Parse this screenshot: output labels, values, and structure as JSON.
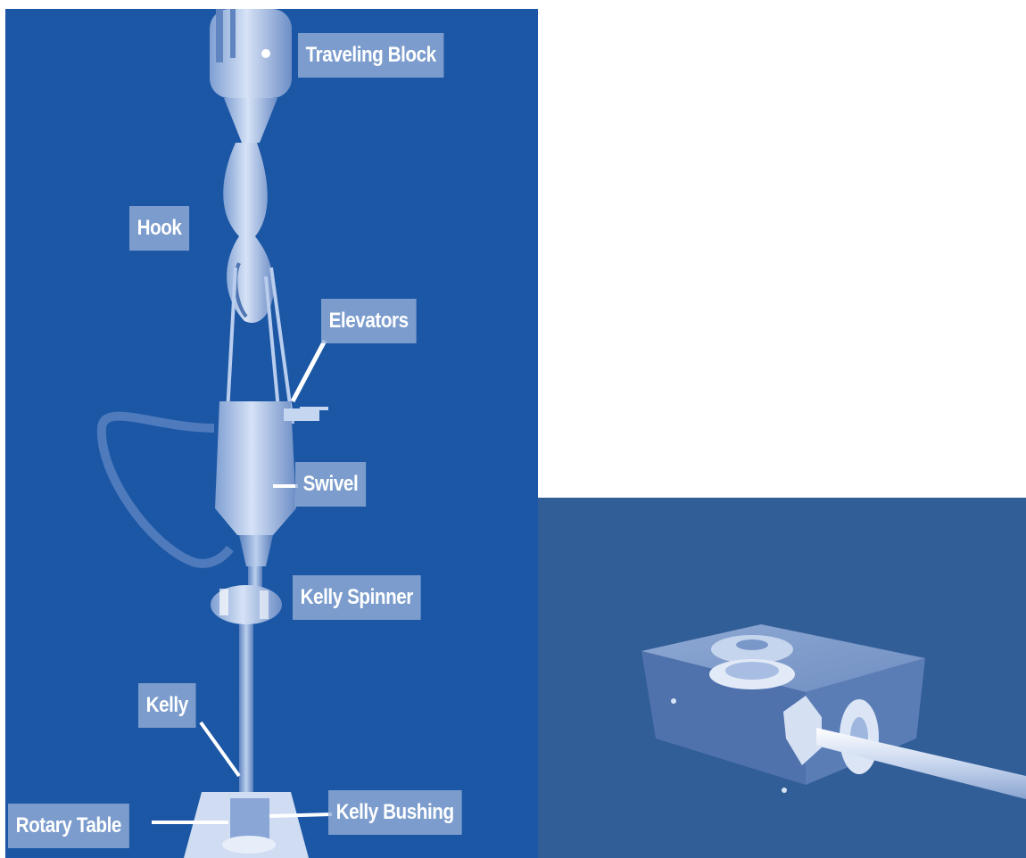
{
  "diagram": {
    "labels": {
      "traveling_block": "Traveling Block",
      "hook": "Hook",
      "elevators": "Elevators",
      "swivel": "Swivel",
      "kelly_spinner": "Kelly Spinner",
      "kelly": "Kelly",
      "rotary_table": "Rotary Table",
      "kelly_bushing": "Kelly Bushing"
    },
    "colors": {
      "left_background": "#1c57a5",
      "right_background": "#325e98",
      "label_box": "#96afd7",
      "equipment": "#b9cdee"
    }
  }
}
